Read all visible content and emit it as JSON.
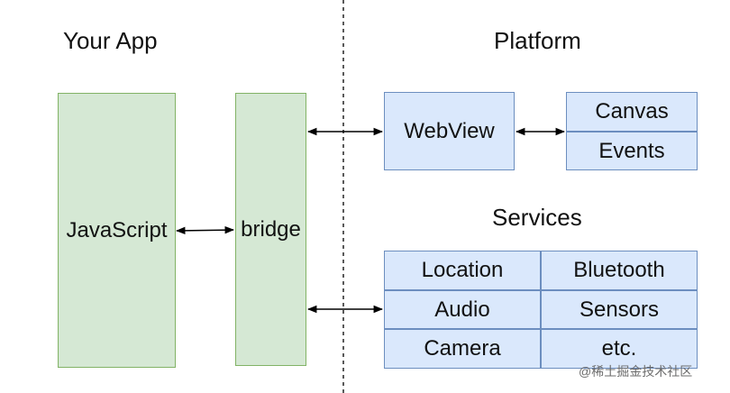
{
  "titles": {
    "your_app": "Your App",
    "platform": "Platform",
    "services": "Services"
  },
  "app": {
    "javascript": "JavaScript",
    "bridge": "bridge"
  },
  "platform": {
    "webview": "WebView",
    "canvas": "Canvas",
    "events": "Events"
  },
  "services": {
    "location": "Location",
    "bluetooth": "Bluetooth",
    "audio": "Audio",
    "sensors": "Sensors",
    "camera": "Camera",
    "etc": "etc."
  },
  "watermark": "@稀土掘金技术社区",
  "colors": {
    "green_fill": "#d5e8d4",
    "green_stroke": "#82b366",
    "blue_fill": "#dae8fc",
    "blue_stroke": "#6c8ebf"
  }
}
